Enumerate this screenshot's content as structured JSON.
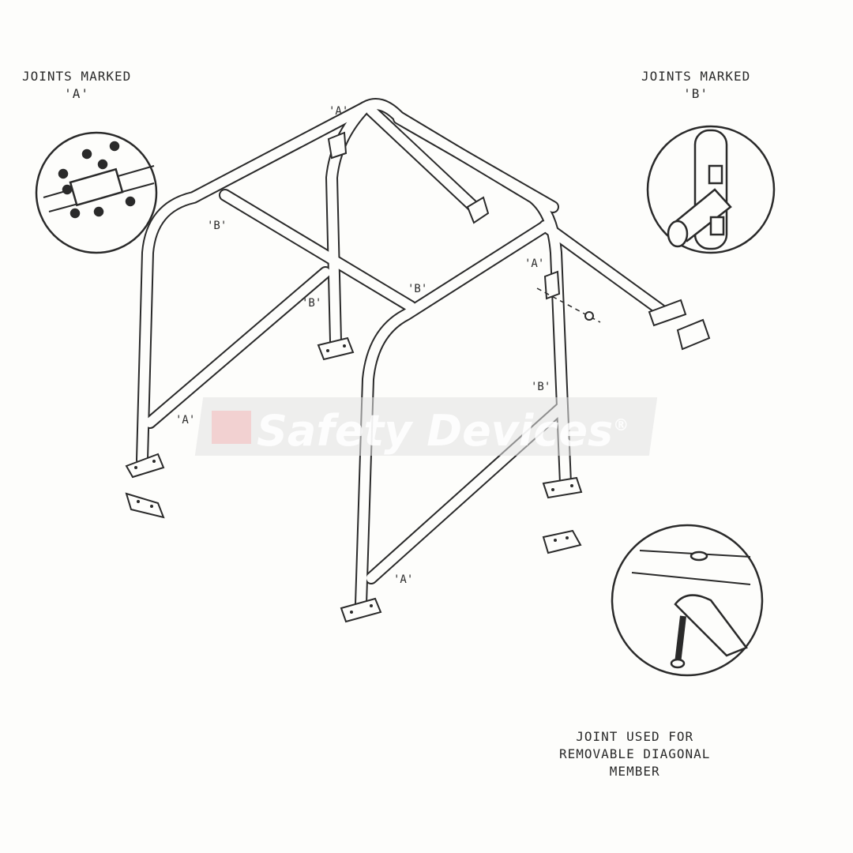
{
  "labels": {
    "joints_a_title": "JOINTS MARKED\n'A'",
    "joints_b_title": "JOINTS MARKED\n'B'",
    "removable_joint_title": "JOINT USED FOR\nREMOVABLE DIAGONAL\nMEMBER"
  },
  "joint_markers": {
    "a": "'A'",
    "b": "'B'"
  },
  "watermark": {
    "brand": "Safety Devices",
    "registered": "®"
  }
}
